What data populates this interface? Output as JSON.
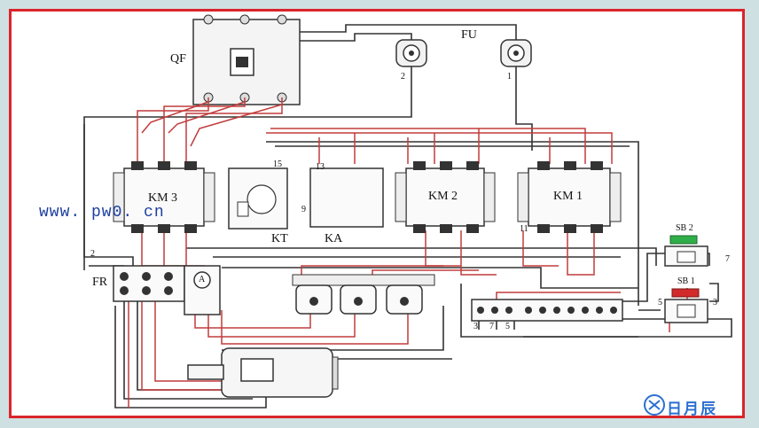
{
  "labels": {
    "qf": "QF",
    "fu": "FU",
    "fu_left_num": "2",
    "fu_right_num": "1",
    "km3": "KM 3",
    "km2": "KM 2",
    "km1": "KM 1",
    "kt": "KT",
    "ka": "KA",
    "fr": "FR",
    "ammeter": "A",
    "sb2": "SB 2",
    "sb1": "SB 1",
    "term_2": "2",
    "term_3": "3",
    "term_5": "5",
    "term_7": "7",
    "term_11": "11",
    "term_15": "15",
    "term_13": "13",
    "term_9": "9"
  },
  "watermark": "www. pw0. cn",
  "logo": "日月辰",
  "colors": {
    "frame": "#d9252a",
    "wire_black": "#333333",
    "wire_red": "#c23b3b",
    "sb2_button": "#2fae4a",
    "sb1_button": "#d22a2a"
  }
}
